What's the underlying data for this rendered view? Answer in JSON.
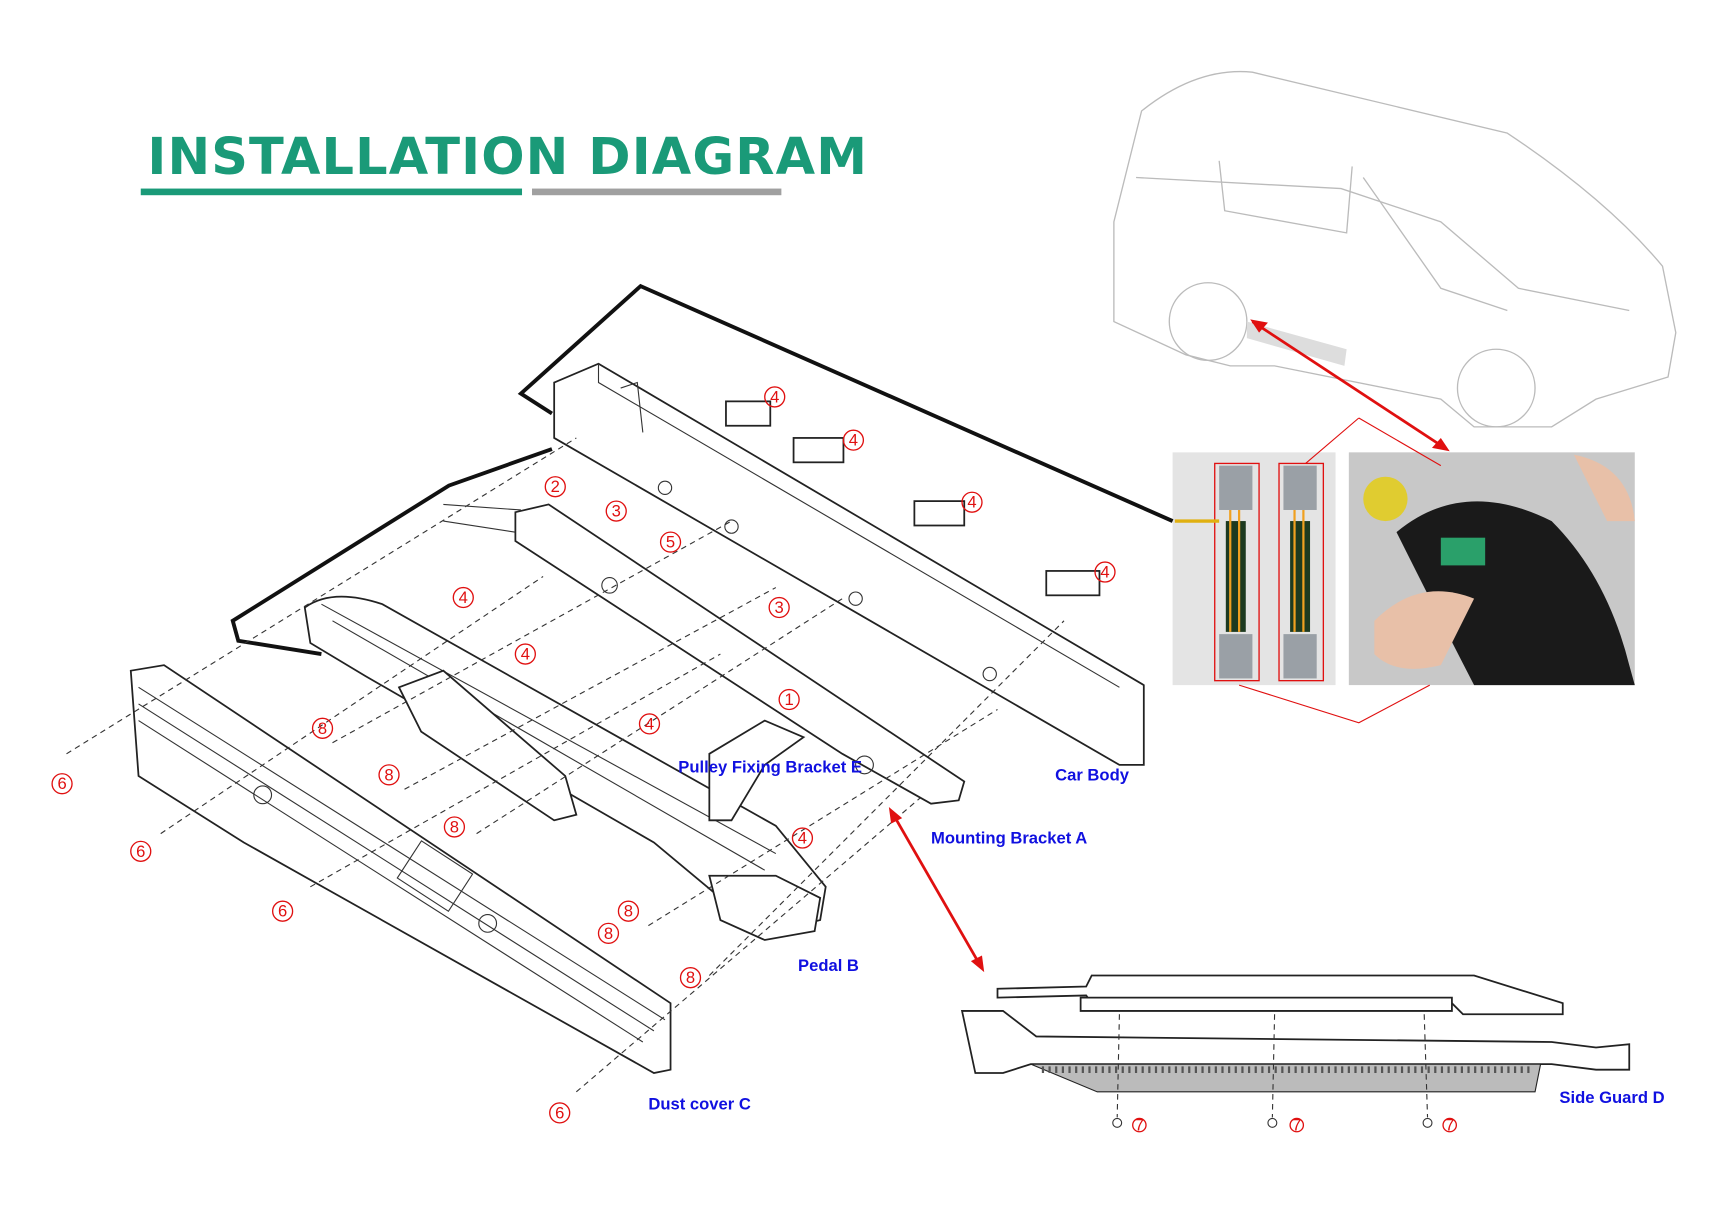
{
  "title": "INSTALLATION DIAGRAM",
  "colors": {
    "title": "#1a9a78",
    "underline_gray": "#a0a0a0",
    "labels": "#1010e0",
    "callouts": "#e01010"
  },
  "labels": {
    "car_body": "Car Body",
    "mounting_bracket": "Mounting Bracket A",
    "pedal": "Pedal B",
    "dust_cover": "Dust cover C",
    "side_guard": "Side Guard D",
    "pulley_bracket": "Pulley Fixing Bracket E"
  },
  "callouts": [
    "1",
    "2",
    "3",
    "3",
    "4",
    "4",
    "4",
    "4",
    "4",
    "4",
    "4",
    "4",
    "5",
    "6",
    "6",
    "6",
    "6",
    "8",
    "8",
    "8",
    "8",
    "8",
    "8",
    "7",
    "7",
    "7"
  ],
  "photos": [
    "wiring-harness-photo",
    "connector-installation-photo"
  ]
}
